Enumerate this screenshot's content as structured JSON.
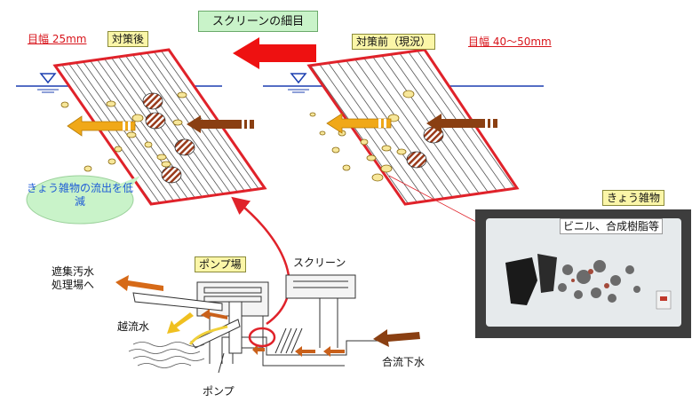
{
  "labels": {
    "screen_detail_title": "スクリーンの細目",
    "after_measure": "対策後",
    "before_measure": "対策前（現況）",
    "mesh_after": "目幅 25mm",
    "mesh_before": "目幅 40～50mm",
    "reduce_outflow": "きょう雑物の流出を低減",
    "debris": "きょう雑物",
    "debris_examples": "ビニル、合成樹脂等",
    "pump_station": "ポンプ場",
    "screen": "スクリーン",
    "to_treatment": "遮集汚水\n処理場へ",
    "overflow": "越流水",
    "combined_sewage": "合流下水",
    "pump": "ポンプ"
  },
  "colors": {
    "screen_frame": "#e0222a",
    "water_line": "#1b3fb0",
    "flow_in": "#8a3f12",
    "flow_out": "#f0a818",
    "big_arrow": "#ee1111",
    "debris_stripe": "#9a3a1a",
    "label_box": "#fbf6a8",
    "title_box": "#c9f3c9",
    "bubble": "#c9f3c9"
  }
}
